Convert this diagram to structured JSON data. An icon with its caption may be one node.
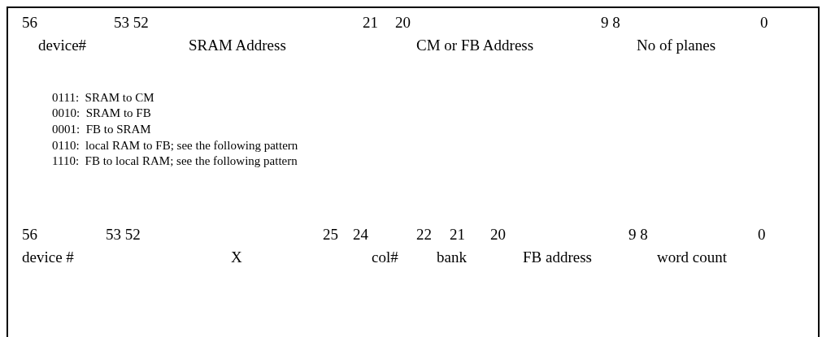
{
  "diagram": {
    "labels": [
      "56",
      "53 52",
      "21",
      "20",
      "9 8",
      "0",
      "device#",
      "SRAM Address",
      "CM or FB Address",
      "No of planes",
      "0111:  SRAM to CM",
      "0010:  SRAM to FB",
      "0001:  FB to SRAM",
      "0110:  local RAM to FB; see the following pattern",
      "1110:  FB to local RAM; see the following pattern",
      "56",
      "53 52",
      "25",
      "24",
      "22",
      "21",
      "20",
      "9 8",
      "0",
      "device #",
      "X",
      "col#",
      "bank",
      "FB address",
      "word count"
    ]
  }
}
